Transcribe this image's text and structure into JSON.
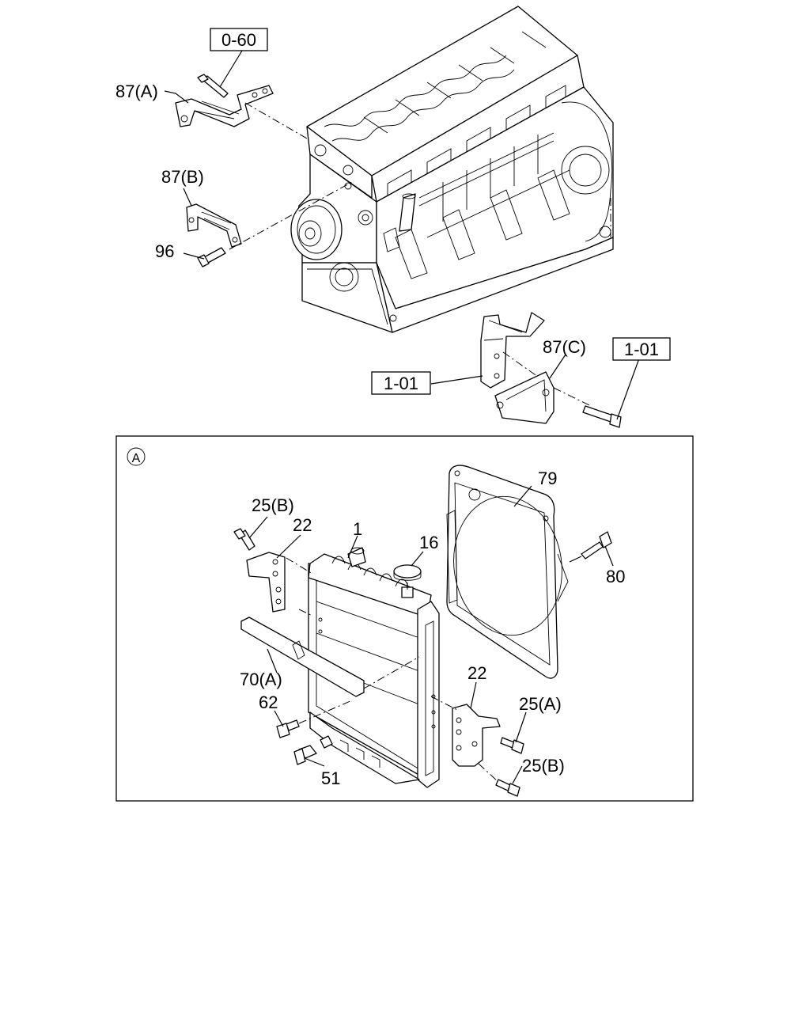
{
  "labels": {
    "ref_0_60": "0-60",
    "part_87a": "87(A)",
    "part_87b": "87(B)",
    "part_96": "96",
    "part_87c": "87(C)",
    "ref_1_01_left": "1-01",
    "ref_1_01_right": "1-01",
    "detail_marker": "A",
    "part_79": "79",
    "part_25b_top": "25(B)",
    "part_22_top": "22",
    "part_1": "1",
    "part_16": "16",
    "part_80": "80",
    "part_70a": "70(A)",
    "part_62": "62",
    "part_51": "51",
    "part_22_bottom": "22",
    "part_25a": "25(A)",
    "part_25b_bottom": "25(B)"
  }
}
